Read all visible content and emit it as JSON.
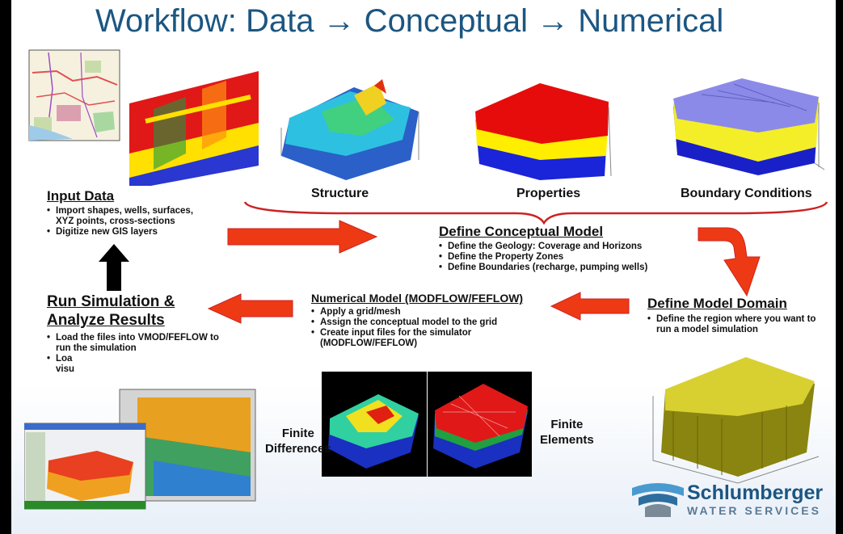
{
  "title": "Workflow: Data → Conceptual → Numerical",
  "images": {
    "structure_label": "Structure",
    "properties_label": "Properties",
    "boundary_label": "Boundary Conditions",
    "finite_differences_label": [
      "Finite",
      "Differences"
    ],
    "finite_elements_label": [
      "Finite",
      "Elements"
    ]
  },
  "input_data": {
    "heading": "Input Data",
    "bullets": [
      "Import shapes, wells, surfaces,",
      "XYZ points, cross-sections",
      "Digitize new GIS layers"
    ],
    "bullet_flags": [
      true,
      false,
      true
    ]
  },
  "conceptual_model": {
    "heading": "Define Conceptual Model",
    "bullets": [
      "Define the Geology: Coverage and Horizons",
      "Define the Property Zones",
      "Define Boundaries (recharge, pumping wells)"
    ]
  },
  "model_domain": {
    "heading": "Define Model Domain",
    "bullets": [
      "Define the region where you want to",
      "run a model simulation"
    ],
    "bullet_flags": [
      true,
      false
    ]
  },
  "numerical_model": {
    "heading": "Numerical Model (MODFLOW/FEFLOW)",
    "bullets": [
      "Apply a grid/mesh",
      "Assign the conceptual model to the grid",
      "Create input files for the simulator",
      "(MODFLOW/FEFLOW)"
    ],
    "bullet_flags": [
      true,
      true,
      true,
      false
    ]
  },
  "run_simulation": {
    "heading_line1": "Run Simulation &",
    "heading_line2": "Analyze Results",
    "bullets": [
      "Load the files into VMOD/FEFLOW  to",
      "run the simulation",
      "Loa",
      "visu"
    ],
    "bullet_flags": [
      true,
      false,
      true,
      false
    ]
  },
  "logo": {
    "name": "Schlumberger",
    "sub": "WATER SERVICES"
  },
  "colors": {
    "title": "#1c5681",
    "arrow_red": "#ee3a14",
    "arrow_black": "#000000",
    "brace": "#cc2222"
  }
}
